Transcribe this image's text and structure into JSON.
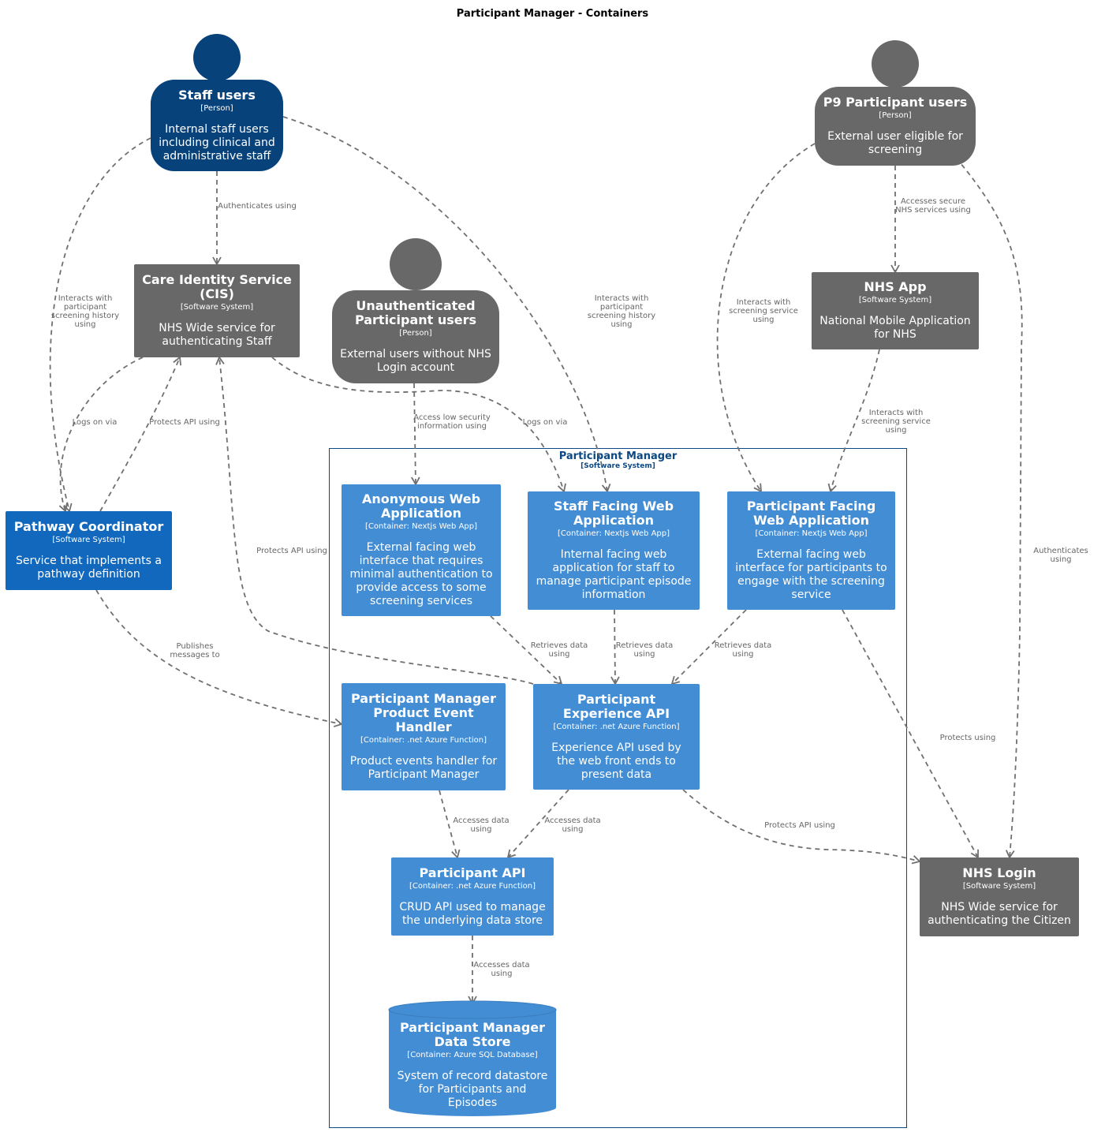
{
  "diagram_title": "Participant Manager - Containers",
  "boundary": {
    "name": "Participant Manager",
    "type": "[Software System]"
  },
  "nodes": {
    "staff_users": {
      "name": "Staff users",
      "type": "[Person]",
      "description": "Internal staff users including clinical and administrative staff",
      "color": "#08427b"
    },
    "p9_users": {
      "name": "P9 Participant users",
      "type": "[Person]",
      "description": "External user eligible for screening",
      "color": "#686868"
    },
    "unauth_users": {
      "name": "Unauthenticated Participant users",
      "type": "[Person]",
      "description": "External users without NHS Login account",
      "color": "#686868"
    },
    "cis": {
      "name": "Care Identity Service (CIS)",
      "type": "[Software System]",
      "description": "NHS Wide service for authenticating Staff",
      "color": "#686868"
    },
    "nhs_app": {
      "name": "NHS App",
      "type": "[Software System]",
      "description": "National Mobile Application for NHS",
      "color": "#686868"
    },
    "pathway": {
      "name": "Pathway Coordinator",
      "type": "[Software System]",
      "description": "Service that implements a pathway definition",
      "color": "#1168bd"
    },
    "anon_web": {
      "name": "Anonymous Web Application",
      "type": "[Container: Nextjs Web App]",
      "description": "External facing web interface that requires minimal authentication to provide access to some screening services",
      "color": "#438dd5"
    },
    "staff_web": {
      "name": "Staff Facing Web Application",
      "type": "[Container: Nextjs Web App]",
      "description": "Internal facing web application for staff to manage participant episode information",
      "color": "#438dd5"
    },
    "participant_web": {
      "name": "Participant Facing Web Application",
      "type": "[Container: Nextjs Web App]",
      "description": "External facing web interface for participants to engage with the screening service",
      "color": "#438dd5"
    },
    "event_handler": {
      "name": "Participant Manager Product Event Handler",
      "type": "[Container: .net Azure Function]",
      "description": "Product events handler for Participant Manager",
      "color": "#438dd5"
    },
    "experience_api": {
      "name": "Participant Experience API",
      "type": "[Container: .net Azure Function]",
      "description": "Experience API used by the web front ends to present data",
      "color": "#438dd5"
    },
    "participant_api": {
      "name": "Participant API",
      "type": "[Container: .net Azure Function]",
      "description": "CRUD API used to manage the underlying data store",
      "color": "#438dd5"
    },
    "data_store": {
      "name": "Participant Manager Data Store",
      "type": "[Container: Azure SQL Database]",
      "description": "System of record datastore for Participants and Episodes",
      "color": "#438dd5"
    },
    "nhs_login": {
      "name": "NHS Login",
      "type": "[Software System]",
      "description": "NHS Wide service for authenticating the Citizen",
      "color": "#686868"
    }
  },
  "edges": [
    {
      "from": "staff_users",
      "to": "cis",
      "label": "Authenticates using"
    },
    {
      "from": "staff_users",
      "to": "pathway",
      "label": "Interacts with participant screening history using"
    },
    {
      "from": "staff_users",
      "to": "staff_web",
      "label": "Interacts with participant screening history using"
    },
    {
      "from": "p9_users",
      "to": "nhs_app",
      "label": "Accesses secure NHS services using"
    },
    {
      "from": "p9_users",
      "to": "participant_web",
      "label": "Interacts with screening service using"
    },
    {
      "from": "p9_users",
      "to": "nhs_login",
      "label": "Authenticates using"
    },
    {
      "from": "nhs_app",
      "to": "participant_web",
      "label": "Interacts with screening service using"
    },
    {
      "from": "cis",
      "to": "pathway",
      "label": "Logs on via"
    },
    {
      "from": "pathway",
      "to": "cis",
      "label": "Protects API using"
    },
    {
      "from": "cis",
      "to": "staff_web",
      "label": "Logs on via"
    },
    {
      "from": "experience_api",
      "to": "cis",
      "label": "Protects API using"
    },
    {
      "from": "unauth_users",
      "to": "anon_web",
      "label": "Access low security information using"
    },
    {
      "from": "pathway",
      "to": "event_handler",
      "label": "Publishes messages to"
    },
    {
      "from": "anon_web",
      "to": "experience_api",
      "label": "Retrieves data using"
    },
    {
      "from": "staff_web",
      "to": "experience_api",
      "label": "Retrieves data using"
    },
    {
      "from": "participant_web",
      "to": "experience_api",
      "label": "Retrieves data using"
    },
    {
      "from": "participant_web",
      "to": "nhs_login",
      "label": "Protects using"
    },
    {
      "from": "event_handler",
      "to": "participant_api",
      "label": "Accesses data using"
    },
    {
      "from": "experience_api",
      "to": "participant_api",
      "label": "Accesses data using"
    },
    {
      "from": "experience_api",
      "to": "nhs_login",
      "label": "Protects API using"
    },
    {
      "from": "participant_api",
      "to": "data_store",
      "label": "Accesses data using"
    }
  ]
}
